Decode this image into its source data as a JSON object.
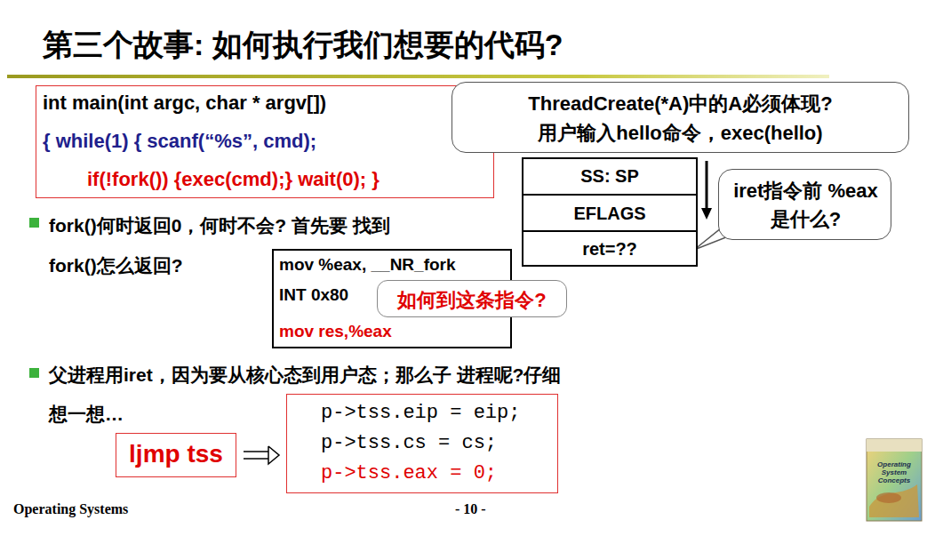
{
  "diagram": {
    "title": "第三个故事: 如何执行我们想要的代码?",
    "nodes": [
      {
        "text": [
          "int main(int argc, char * argv[])",
          "{  while(1)  { scanf(“%s”, cmd);",
          "if(!fork()) {exec(cmd);}  wait(0); }"
        ]
      },
      {
        "text": [
          "ThreadCreate(*A)中的A必须体现?",
          "用户输入hello命令，exec(hello)"
        ]
      },
      {
        "text": [
          "SS:  SP"
        ]
      },
      {
        "text": [
          "EFLAGS"
        ]
      },
      {
        "text": [
          "ret=??"
        ]
      },
      {
        "text": [
          "iret指令前 %eax是什么?"
        ]
      },
      {
        "text": [
          "mov  %eax, __NR_fork",
          "INT 0x80",
          "mov res,%eax"
        ]
      },
      {
        "text": [
          "如何到这条指令?"
        ]
      },
      {
        "text": [
          "ljmp tss"
        ]
      },
      {
        "text": [
          "p->tss.eip = eip;",
          "p->tss.cs = cs;",
          "p->tss.eax = 0;"
        ]
      }
    ],
    "edges": [
      {
        "from": 8,
        "to": 9,
        "arrow": "to"
      }
    ],
    "labels": [
      "fork()何时返回0，何时不会?  首先要 找到fork()怎么返回?",
      "父进程用iret，因为要从核心态到用户态；那么子 进程呢?仔细想一想…",
      "Operating Systems",
      "- 10 -",
      "Operating System Concepts"
    ]
  }
}
